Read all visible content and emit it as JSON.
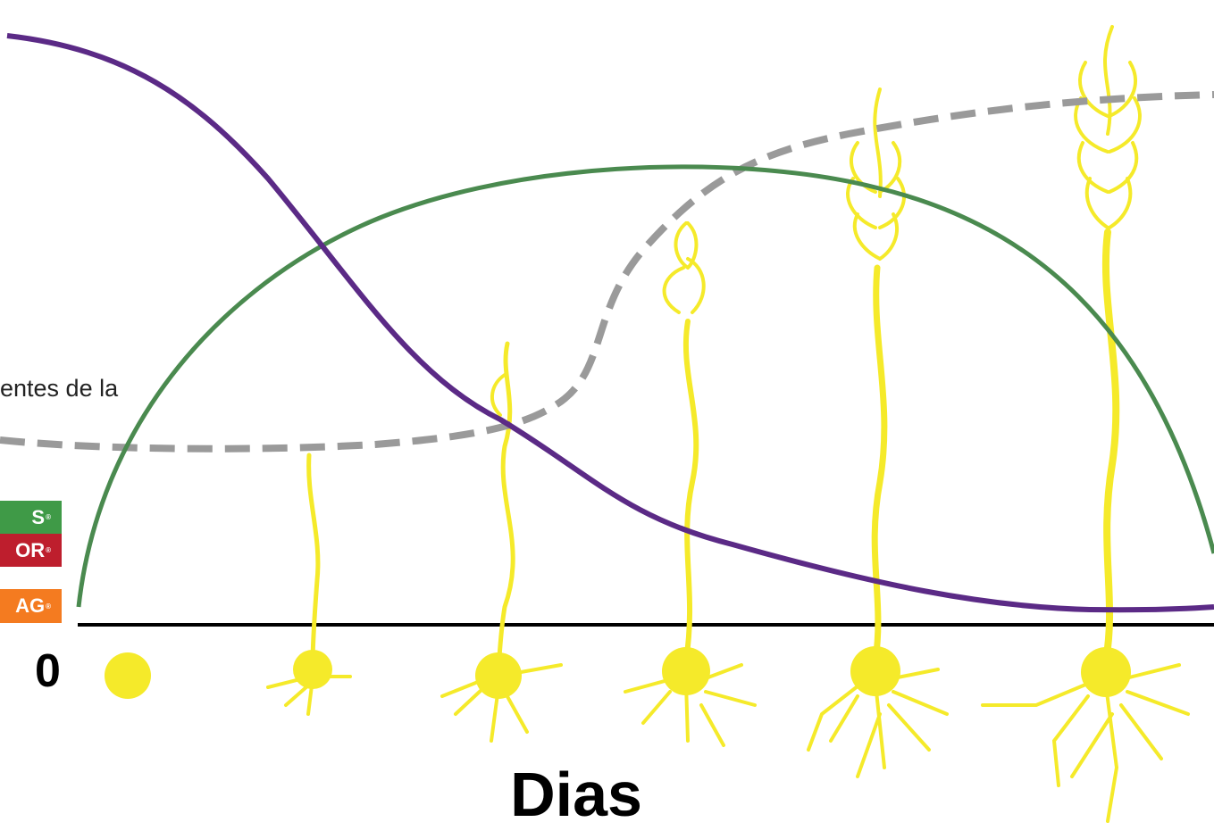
{
  "diagram": {
    "x_axis_label": "Dias",
    "origin_label": "0",
    "clipped_text": "entes de la",
    "badges": [
      {
        "text": "S",
        "color": "#3f9a47"
      },
      {
        "text": "OR",
        "color": "#be1e2d"
      },
      {
        "text": "AG",
        "color": "#f47b20"
      }
    ],
    "curves": {
      "purple": {
        "color": "#5b2a86",
        "style": "solid"
      },
      "green": {
        "color": "#4a8a4f",
        "style": "solid"
      },
      "gray": {
        "color": "#9a9a9a",
        "style": "dashed"
      }
    },
    "plant_color": "#f5ea2a",
    "growth_stages": [
      "seed",
      "stage-1",
      "stage-2",
      "stage-3",
      "stage-4",
      "stage-5"
    ]
  }
}
